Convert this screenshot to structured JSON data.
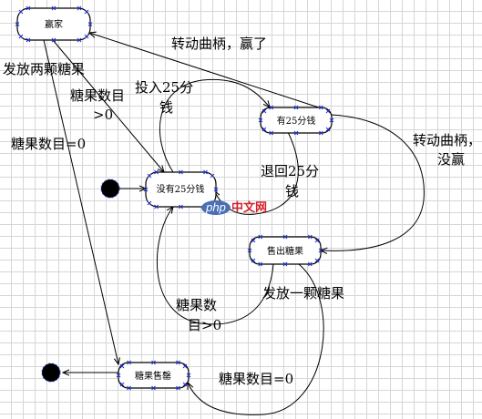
{
  "states": [
    {
      "id": "winner",
      "label": "赢家"
    },
    {
      "id": "has_quarter",
      "label": "有25分钱"
    },
    {
      "id": "no_quarter",
      "label": "没有25分钱"
    },
    {
      "id": "sold",
      "label": "售出糖果"
    },
    {
      "id": "sold_out",
      "label": "糖果售罄"
    }
  ],
  "transitions": {
    "winner_dispense_two": "发放两颗糖果",
    "turn_crank_win": "转动曲柄，赢了",
    "insert_quarter_line1": "投入25分",
    "insert_quarter_line2": "钱",
    "eject_quarter_line1": "退回25分",
    "eject_quarter_line2": "钱",
    "turn_crank_nowin_line1": "转动曲柄，",
    "turn_crank_nowin_line2": "没赢",
    "dispense_one": "发放一颗糖果",
    "count_gt0_a_line1": "糖果数目",
    "count_gt0_a_line2": ">0",
    "count_eq0_a": "糖果数目=0",
    "count_gt0_b_line1": "糖果数",
    "count_gt0_b_line2": "目>0",
    "count_eq0_b": "糖果数目=0"
  },
  "watermark": {
    "logo": "php",
    "text": "中文网"
  },
  "colors": {
    "handle": "#2233cc",
    "logo_blue": "#4b6fb5",
    "logo_red": "#d4202a"
  }
}
